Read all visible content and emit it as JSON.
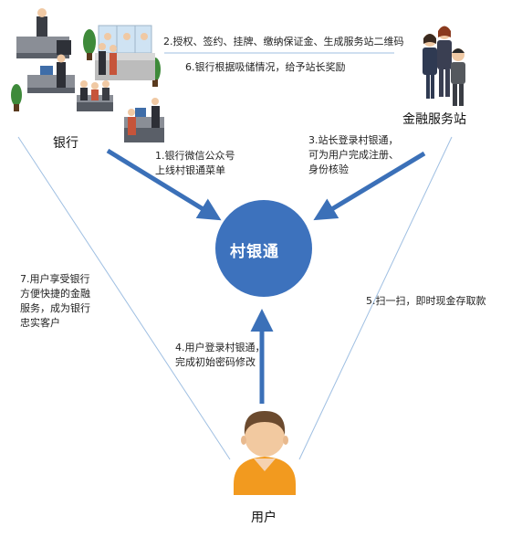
{
  "nodes": {
    "bank": "银行",
    "station": "金融服务站",
    "center": "村银通",
    "user": "用户"
  },
  "steps": {
    "s1": [
      "1.银行微信公众号",
      "上线村银通菜单"
    ],
    "s2": "2.授权、签约、挂牌、缴纳保证金、生成服务站二维码",
    "s3": [
      "3.站长登录村银通，",
      "可为用户完成注册、",
      "身份核验"
    ],
    "s4": [
      "4.用户登录村银通，",
      "完成初始密码修改"
    ],
    "s5": "5.扫一扫，即时现金存取款",
    "s6": "6.银行根据吸储情况，给予站长奖励",
    "s7": [
      "7.用户享受银行",
      "方便快捷的金融",
      "服务，成为银行",
      "忠实客户"
    ]
  },
  "colors": {
    "arrow": "#3b70b8",
    "circle": "#3d72bd",
    "thin_line": "#9fbfe2"
  }
}
